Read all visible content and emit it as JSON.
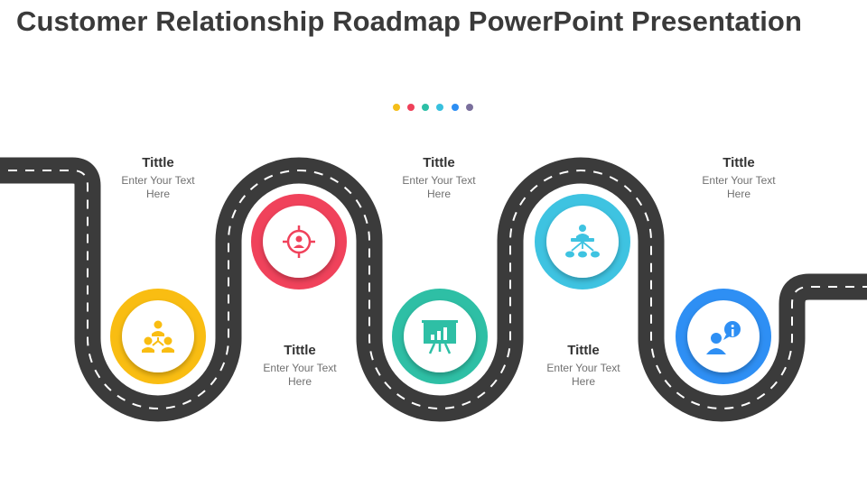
{
  "slide": {
    "title": "Customer Relationship Roadmap PowerPoint Presentation"
  },
  "dots": [
    "#f5be1a",
    "#ef4059",
    "#2dbfa6",
    "#38c0de",
    "#2d8ef3",
    "#7a6f9c"
  ],
  "steps": [
    {
      "title": "Tittle",
      "body": "Enter Your Text Here",
      "color": "#f9bd12",
      "icon": "team-hierarchy-icon"
    },
    {
      "title": "Tittle",
      "body": "Enter Your Text Here",
      "color": "#f0425b",
      "icon": "target-customer-icon"
    },
    {
      "title": "Tittle",
      "body": "Enter Your Text Here",
      "color": "#2ebfa5",
      "icon": "presentation-board-icon"
    },
    {
      "title": "Tittle",
      "body": "Enter Your Text Here",
      "color": "#3ec3e1",
      "icon": "network-meeting-icon"
    },
    {
      "title": "Tittle",
      "body": "Enter Your Text Here",
      "color": "#2e8ff4",
      "icon": "user-info-icon"
    }
  ]
}
